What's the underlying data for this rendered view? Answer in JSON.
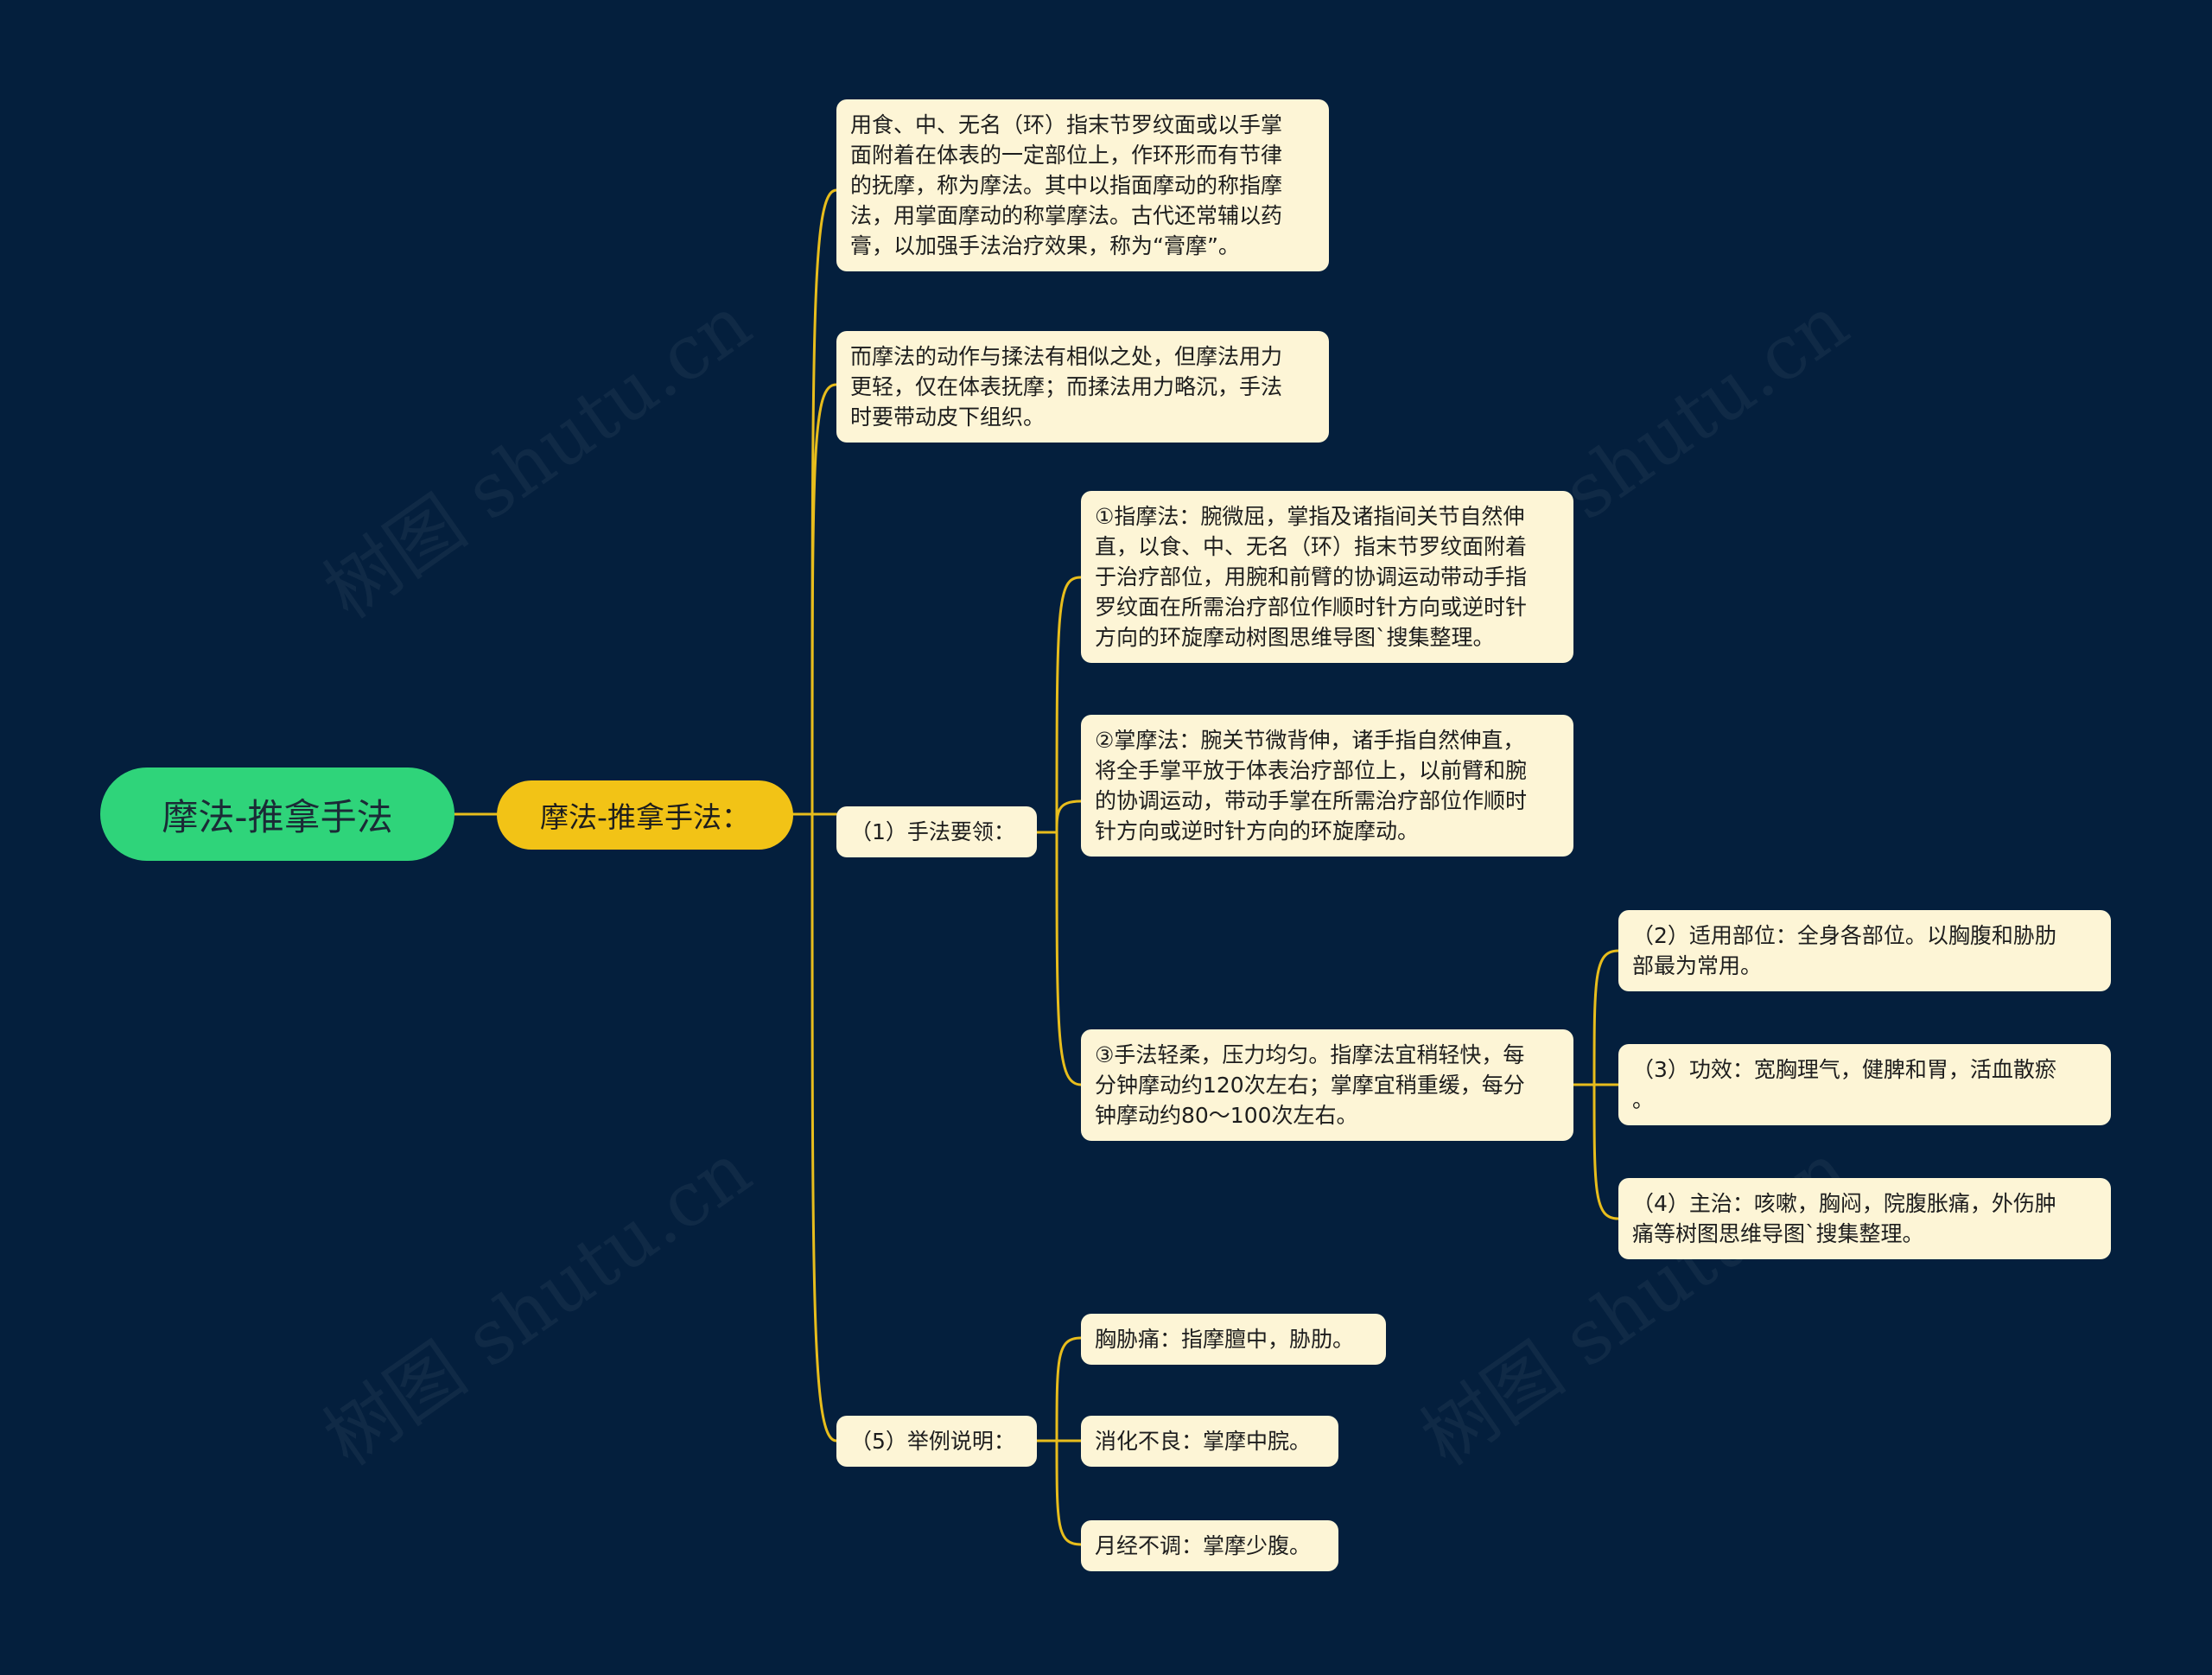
{
  "root": {
    "label": "摩法-推拿手法"
  },
  "main": {
    "label": "摩法-推拿手法："
  },
  "texts": {
    "definition": "用食、中、无名（环）指末节罗纹面或以手掌\n面附着在体表的一定部位上，作环形而有节律\n的抚摩，称为摩法。其中以指面摩动的称指摩\n法，用掌面摩动的称掌摩法。古代还常辅以药\n膏，以加强手法治疗效果，称为“膏摩”。",
    "comparison": "而摩法的动作与揉法有相似之处，但摩法用力\n更轻，仅在体表抚摩；而揉法用力略沉，手法\n时要带动皮下组织。",
    "essentials": "（1）手法要领：",
    "finger_rub": "①指摩法：腕微屈，掌指及诸指间关节自然伸\n直，以食、中、无名（环）指末节罗纹面附着\n于治疗部位，用腕和前臂的协调运动带动手指\n罗纹面在所需治疗部位作顺时针方向或逆时针\n方向的环旋摩动树图思维导图`搜集整理。",
    "palm_rub": "②掌摩法：腕关节微背伸，诸手指自然伸直，\n将全手掌平放于体表治疗部位上，以前臂和腕\n的协调运动，带动手掌在所需治疗部位作顺时\n针方向或逆时针方向的环旋摩动。",
    "light_soft": "③手法轻柔，压力均匀。指摩法宜稍轻快，每\n分钟摩动约120次左右；掌摩宜稍重缓，每分\n钟摩动约80～100次左右。",
    "sites": "（2）适用部位：全身各部位。以胸腹和胁肋\n部最为常用。",
    "effects": "（3）功效：宽胸理气，健脾和胃，活血散瘀\n。",
    "indications": "（4）主治：咳嗽，胸闷，院腹胀痛，外伤肿\n痛等树图思维导图`搜集整理。",
    "examples": "（5）举例说明：",
    "ex_chest": "胸胁痛：指摩膻中，胁肋。",
    "ex_digest": "消化不良：掌摩中脘。",
    "ex_menses": "月经不调：掌摩少腹。"
  },
  "watermark": "树图 shutu.cn",
  "colors": {
    "background": "#041f3d",
    "root": "#2fd47a",
    "main": "#f2c316",
    "leaf": "#fdf5d6",
    "connector": "#e8bd1c"
  }
}
